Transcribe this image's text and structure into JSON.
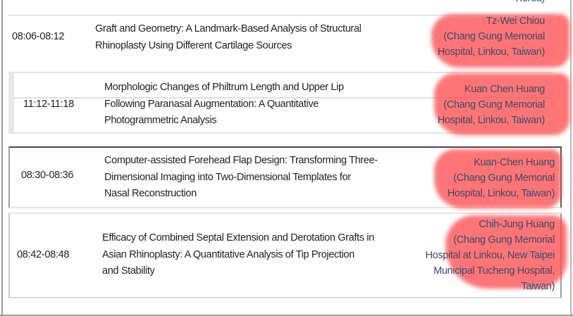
{
  "prev_row_tail": "Korea)",
  "sessions": [
    {
      "time": "08:06-08:12",
      "title": [
        "Graft and Geometry: A Landmark-Based Analysis of Structural",
        "Rhinoplasty Using Different Cartilage Sources"
      ],
      "speaker": [
        "Tz-Wei Chiou",
        "(Chang Gung Memorial",
        "Hospital, Linkou, Taiwan)"
      ]
    },
    {
      "time": "11:12-11:18",
      "title": [
        "Morphologic Changes of Philtrum Length and Upper Lip",
        "Following Paranasal Augmentation: A Quantitative",
        "Photogrammetric Analysis"
      ],
      "speaker": [
        "Kuan Chen Huang",
        "(Chang Gung Memorial",
        "Hospital, Linkou, Taiwan)"
      ]
    },
    {
      "time": "08:30-08:36",
      "title": [
        "Computer-assisted Forehead Flap Design: Transforming Three-",
        "Dimensional Imaging into Two-Dimensional Templates for",
        "Nasal Reconstruction"
      ],
      "speaker": [
        "Kuan-Chen Huang",
        "(Chang Gung Memorial",
        "Hospital, Linkou, Taiwan)"
      ]
    },
    {
      "time": "08:42-08:48",
      "title": [
        "Efficacy of Combined Septal Extension and Derotation Grafts in",
        "Asian Rhinoplasty: A Quantitative Analysis of Tip Projection",
        "and Stability"
      ],
      "speaker": [
        "Chih-Jung Huang",
        "(Chang Gung Memorial",
        "Hospital at Linkou, New Taipei",
        "Municipal Tucheng Hospital,",
        "Taiwan)"
      ]
    }
  ],
  "colors": {
    "highlight": "#ff4f4f",
    "speaker_text": "#3b4a6e",
    "card3_top_border": "#3d4766"
  }
}
